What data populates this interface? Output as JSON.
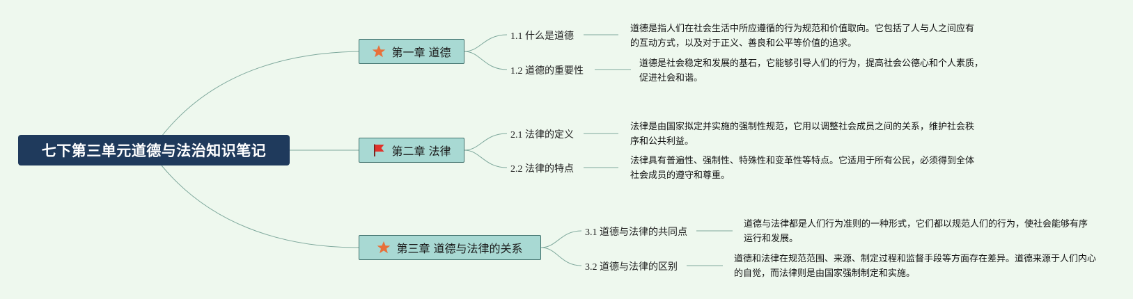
{
  "root": {
    "title": "七下第三单元道德与法治知识笔记"
  },
  "chapters": [
    {
      "label": "第一章 道德",
      "icon": "star-icon",
      "topics": [
        {
          "label": "1.1 什么是道德",
          "text": "道德是指人们在社会生活中所应遵循的行为规范和价值取向。它包括了人与人之间应有的互动方式，以及对于正义、善良和公平等价值的追求。"
        },
        {
          "label": "1.2 道德的重要性",
          "text": "道德是社会稳定和发展的基石，它能够引导人们的行为，提高社会公德心和个人素质，促进社会和谐。"
        }
      ]
    },
    {
      "label": "第二章 法律",
      "icon": "flag-icon",
      "topics": [
        {
          "label": "2.1 法律的定义",
          "text": "法律是由国家拟定并实施的强制性规范，它用以调整社会成员之间的关系，维护社会秩序和公共利益。"
        },
        {
          "label": "2.2 法律的特点",
          "text": "法律具有普遍性、强制性、特殊性和变革性等特点。它适用于所有公民，必须得到全体社会成员的遵守和尊重。"
        }
      ]
    },
    {
      "label": "第三章 道德与法律的关系",
      "icon": "star-icon",
      "topics": [
        {
          "label": "3.1 道德与法律的共同点",
          "text": "道德与法律都是人们行为准则的一种形式，它们都以规范人们的行为，使社会能够有序运行和发展。"
        },
        {
          "label": "3.2 道德与法律的区别",
          "text": "道德和法律在规范范围、来源、制定过程和监督手段等方面存在差异。道德来源于人们内心的自觉，而法律则是由国家强制制定和实施。"
        }
      ]
    }
  ],
  "colors": {
    "background": "#eef8ee",
    "root_fill": "#1f3a5c",
    "chapter_fill": "#a8d9d3",
    "chapter_border": "#3f6f6a",
    "link": "#7ea89c",
    "star": "#e8703a",
    "flag": "#e0322b"
  }
}
